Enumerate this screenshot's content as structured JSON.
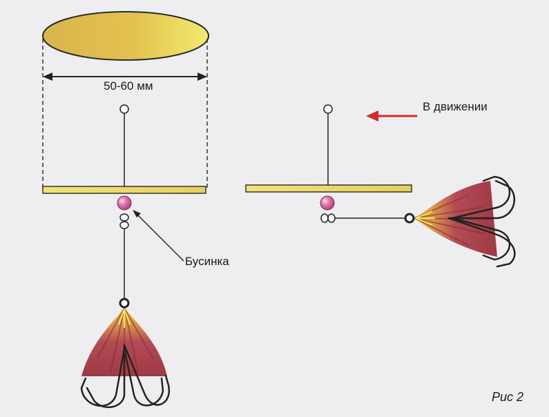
{
  "labels": {
    "dimension": "50-60 мм",
    "motion": "В движении",
    "bead": "Бусинка",
    "figure": "Рис 2"
  },
  "colors": {
    "spoon_yellow": "#f2e36a",
    "spoon_gold": "#d6b24a",
    "bead_pink": "#d6548f",
    "arrow_red": "#d42a2a",
    "feather_red": "#b04a53",
    "feather_yellow": "#f0d640",
    "hook": "#222222"
  },
  "icons": [
    "ellipse-blade",
    "bead",
    "treble-hook",
    "arrow-left"
  ]
}
